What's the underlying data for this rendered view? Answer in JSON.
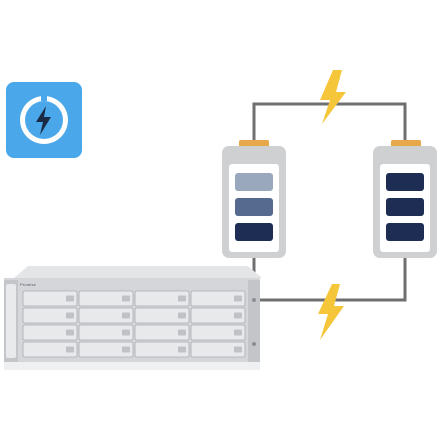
{
  "badge": {
    "icon": "power-bolt-icon",
    "color": "#4aa8ea"
  },
  "colors": {
    "wire": "#6f6f72",
    "terminal": "#e6a84a",
    "bolt": "#f6c63a",
    "battery_body": "#cfd0d2",
    "battery_inner": "#ffffff",
    "cell_dark": "#1d2d54",
    "cell_mid": "#566a90",
    "cell_light": "#9aa8be",
    "chassis": "#d7d8da"
  },
  "batteries": [
    {
      "name": "battery-left",
      "charge_cells": [
        "light",
        "mid",
        "dark"
      ]
    },
    {
      "name": "battery-right",
      "charge_cells": [
        "dark",
        "dark",
        "dark"
      ]
    }
  ],
  "server": {
    "brand": "Promise",
    "drive_rows": 4,
    "drive_columns": 4
  }
}
